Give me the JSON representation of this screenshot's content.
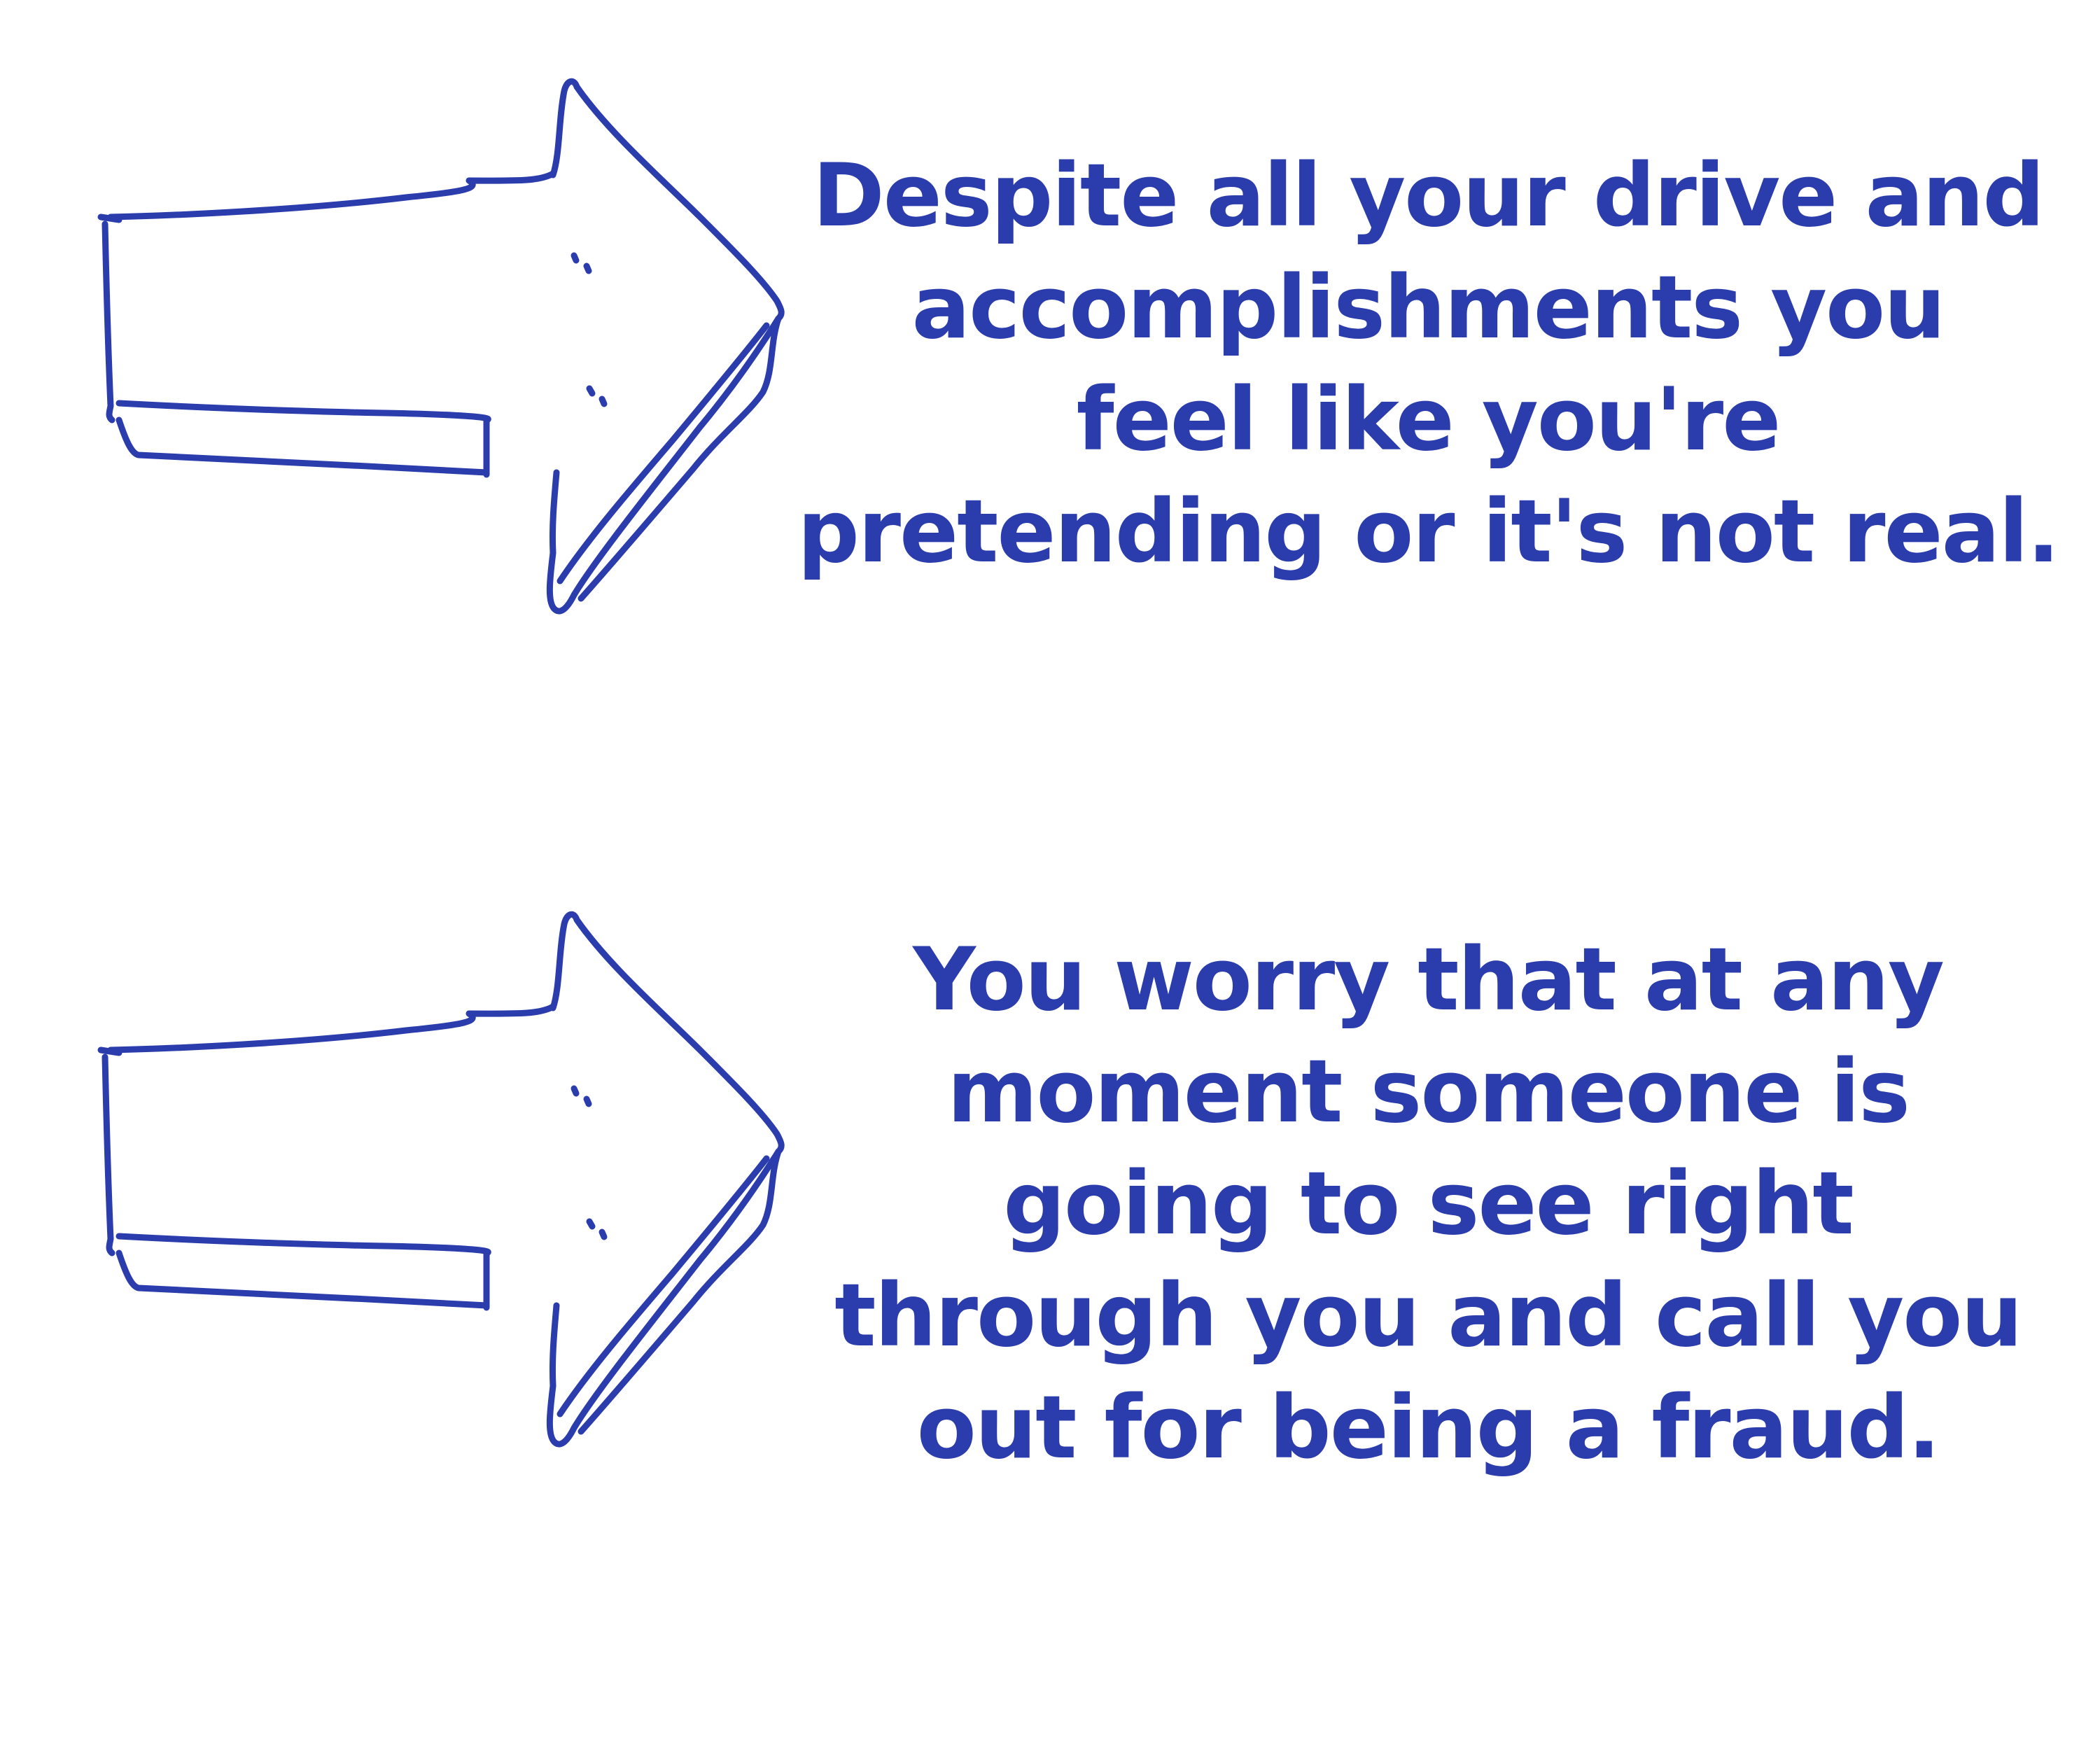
{
  "colors": {
    "text": "#2b3cad",
    "arrow_stroke": "#2b3cad",
    "background": "#ffffff"
  },
  "items": [
    {
      "icon": "arrow-right-icon",
      "lines": [
        "Despite all your drive and",
        "accomplishments you",
        "feel like you're",
        "pretending or it's not real."
      ]
    },
    {
      "icon": "arrow-right-icon",
      "lines": [
        "You worry that at any",
        "moment someone is",
        "going to see right",
        "through you and call you",
        "out for being a fraud."
      ]
    }
  ]
}
